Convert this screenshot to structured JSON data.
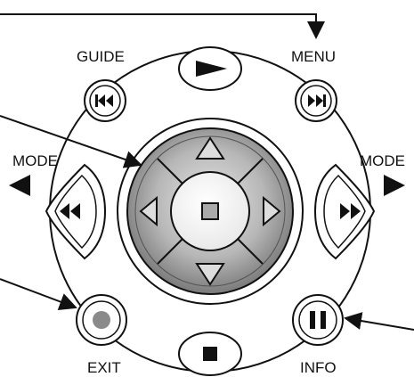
{
  "labels": {
    "guide": "GUIDE",
    "menu": "MENU",
    "mode_left": "MODE",
    "mode_right": "MODE",
    "exit": "EXIT",
    "info": "INFO"
  },
  "buttons": {
    "play": "play-triangle-icon",
    "skip_back": "skip-back-icon",
    "skip_forward": "skip-forward-icon",
    "rewind": "rewind-icon",
    "fast_forward": "fast-forward-icon",
    "record": "record-dot-icon",
    "pause": "pause-icon",
    "stop_bottom": "stop-square-icon",
    "center_stop": "stop-square-icon",
    "dpad_up": "triangle-up-icon",
    "dpad_down": "triangle-down-icon",
    "dpad_left": "triangle-left-icon",
    "dpad_right": "triangle-right-icon"
  },
  "colors": {
    "ink": "#111111",
    "dpad_gray": "#9a9a9a",
    "record_gray": "#8a8a8a"
  }
}
